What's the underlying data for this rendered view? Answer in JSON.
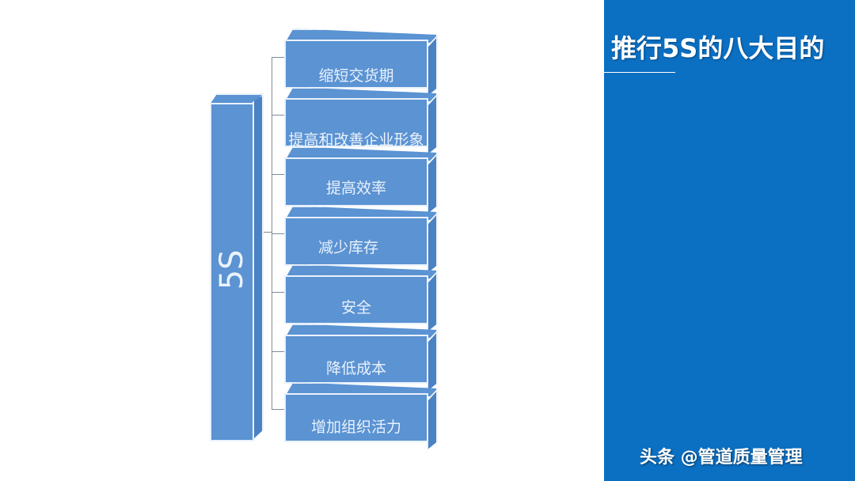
{
  "panel": {
    "title": "推行5S的八大目的",
    "watermark": "头条 @管道质量管理",
    "bg_color": "#0b6fc2"
  },
  "diagram": {
    "root": {
      "label": "5S"
    },
    "items": [
      {
        "label": "缩短交货期"
      },
      {
        "label": "提高和改善企业形象"
      },
      {
        "label": "提高效率"
      },
      {
        "label": "减少库存"
      },
      {
        "label": "安全"
      },
      {
        "label": "降低成本"
      },
      {
        "label": "增加组织活力"
      }
    ],
    "box_color": "#5b93d3"
  }
}
